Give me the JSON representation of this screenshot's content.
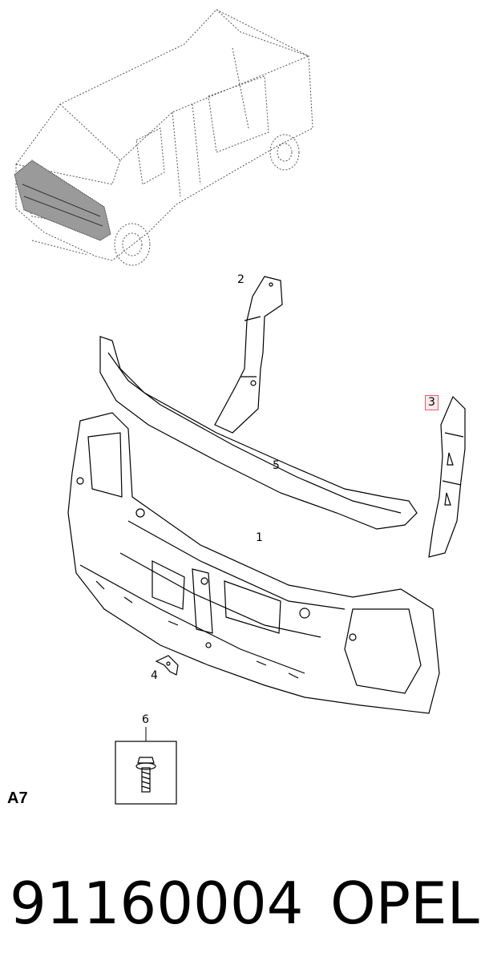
{
  "diagram": {
    "section_code": "A7",
    "callouts": [
      "1",
      "2",
      "3",
      "4",
      "5",
      "6"
    ],
    "highlight_color": "#e06070"
  },
  "footer": {
    "part_number": "91160004",
    "brand": "OPEL"
  }
}
